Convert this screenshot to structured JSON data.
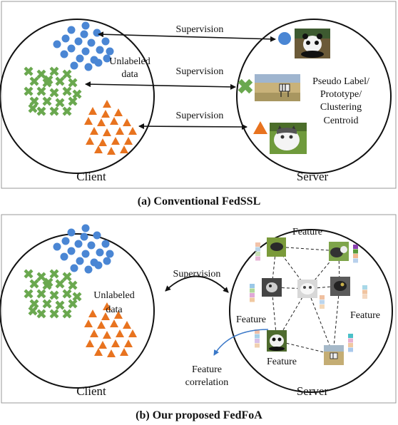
{
  "panel_a": {
    "caption": "(a) Conventional FedSSL",
    "client_label": "Client",
    "server_label": "Server",
    "unlabeled_line1": "Unlabeled",
    "unlabeled_line2": "data",
    "supervision_1": "Supervision",
    "supervision_2": "Supervision",
    "supervision_3": "Supervision",
    "server_text": [
      "Pseudo Label/",
      "Prototype/",
      "Clustering",
      "Centroid"
    ]
  },
  "panel_b": {
    "caption": "(b) Our proposed FedFoA",
    "client_label": "Client",
    "server_label": "Server",
    "unlabeled_line1": "Unlabeled",
    "unlabeled_line2": "data",
    "supervision": "Supervision",
    "feature_labels": [
      "Feature",
      "Feature",
      "Feature",
      "Feature"
    ],
    "feature_correlation_line1": "Feature",
    "feature_correlation_line2": "correlation"
  },
  "colors": {
    "circle_blue": "#4a86d4",
    "cross_green": "#6aa84f",
    "triangle_orange": "#e8731f",
    "panel_border": "#999999",
    "curve_arrow_blue": "#3a78c8"
  }
}
